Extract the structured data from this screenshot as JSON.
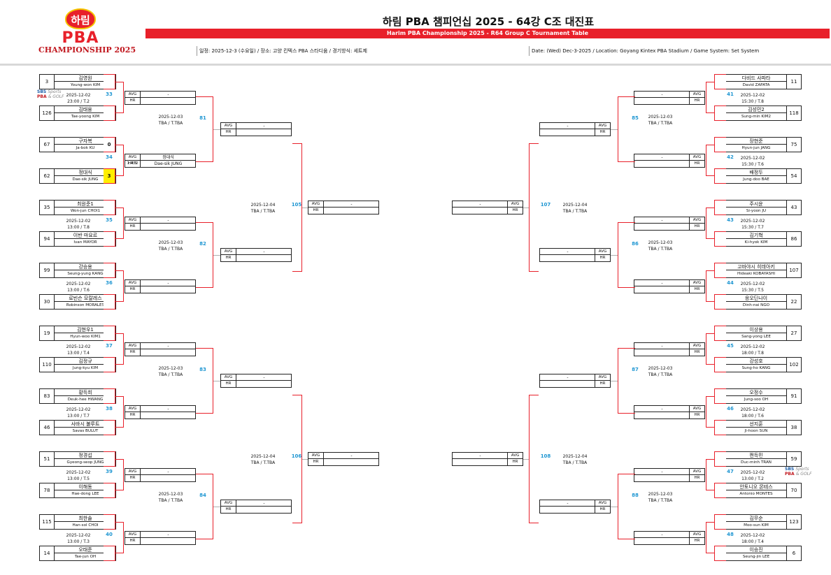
{
  "header": {
    "logo_ko": "하림",
    "logo_pba": "PBA",
    "logo_champ": "CHAMPIONSHIP 2025",
    "title_ko": "하림 PBA 챔피언십 2025 - 64강 C조 대진표",
    "title_en": "Harim PBA Championship 2025 - R64 Group C Tournament Table",
    "info_ko": "일정: 2025-12-3 (수요일) / 장소: 고양 킨텍스 PBA 스타디움 / 경기방식: 세트제",
    "info_en": "Date: (Wed) Dec-3-2025 / Location: Goyang Kintex PBA Stadium / Game System: Set System"
  },
  "labels": {
    "avg": "AVG",
    "hr": "HR"
  },
  "broadcast": {
    "sbs": "SBS",
    "sports": "Sports",
    "pba": "PBA",
    "golf": "& GOLF"
  },
  "players": [
    {
      "seed": "3",
      "ko": "김영원",
      "en": "Young-won KIM",
      "score": ""
    },
    {
      "seed": "126",
      "ko": "김태융",
      "en": "Tae-yoong KIM",
      "score": ""
    },
    {
      "seed": "67",
      "ko": "구자복",
      "en": "Ja-bok KU",
      "score": "0"
    },
    {
      "seed": "62",
      "ko": "정대식",
      "en": "Dae-sik JUNG",
      "score": "3"
    },
    {
      "seed": "35",
      "ko": "최원준1",
      "en": "Won-jun CHOI1",
      "score": ""
    },
    {
      "seed": "94",
      "ko": "이반 마요르",
      "en": "Ivan MAYOR",
      "score": ""
    },
    {
      "seed": "99",
      "ko": "강승용",
      "en": "Seung-yung KANG",
      "score": ""
    },
    {
      "seed": "30",
      "ko": "로빈슨 모랄레스",
      "en": "Robinson MORALES",
      "score": ""
    },
    {
      "seed": "19",
      "ko": "김현우1",
      "en": "Hyun-woo KIM1",
      "score": ""
    },
    {
      "seed": "110",
      "ko": "김정규",
      "en": "Jung-kyu KIM",
      "score": ""
    },
    {
      "seed": "83",
      "ko": "황득희",
      "en": "Deuk-hee HWANG",
      "score": ""
    },
    {
      "seed": "46",
      "ko": "사바시 불루트",
      "en": "Savas BULUT",
      "score": ""
    },
    {
      "seed": "51",
      "ko": "정경섭",
      "en": "Gyeong-seop JUNG",
      "score": ""
    },
    {
      "seed": "78",
      "ko": "이해동",
      "en": "Hae-dong LEE",
      "score": ""
    },
    {
      "seed": "115",
      "ko": "최한솔",
      "en": "Han-sol CHOI",
      "score": ""
    },
    {
      "seed": "14",
      "ko": "오태준",
      "en": "Tae-jun OH",
      "score": ""
    },
    {
      "seed": "11",
      "ko": "다비드 사파타",
      "en": "David ZAPATA",
      "score": ""
    },
    {
      "seed": "118",
      "ko": "김성민2",
      "en": "Sung-min KIM2",
      "score": ""
    },
    {
      "seed": "75",
      "ko": "장현준",
      "en": "Hyun-jun JANG",
      "score": ""
    },
    {
      "seed": "54",
      "ko": "배정두",
      "en": "Jung-doo BAE",
      "score": ""
    },
    {
      "seed": "43",
      "ko": "주시윤",
      "en": "Si-yoon JU",
      "score": ""
    },
    {
      "seed": "86",
      "ko": "김기혁",
      "en": "Ki-hyok KIM",
      "score": ""
    },
    {
      "seed": "107",
      "ko": "고바야시 히데아키",
      "en": "Hideaki KOBAYASHI",
      "score": ""
    },
    {
      "seed": "22",
      "ko": "응오딘나이",
      "en": "Dinh-nai NGO",
      "score": ""
    },
    {
      "seed": "27",
      "ko": "이상용",
      "en": "Sang-yong LEE",
      "score": ""
    },
    {
      "seed": "102",
      "ko": "강성호",
      "en": "Sung-ho KANG",
      "score": ""
    },
    {
      "seed": "91",
      "ko": "오정수",
      "en": "Jung-soo OH",
      "score": ""
    },
    {
      "seed": "38",
      "ko": "선지훈",
      "en": "Ji-hoon SUN",
      "score": ""
    },
    {
      "seed": "59",
      "ko": "쩐득민",
      "en": "Duc-minh TRAN",
      "score": ""
    },
    {
      "seed": "70",
      "ko": "안토니오 몬테스",
      "en": "Antonio MONTES",
      "score": ""
    },
    {
      "seed": "123",
      "ko": "김무순",
      "en": "Moo-sun KIM",
      "score": ""
    },
    {
      "seed": "6",
      "ko": "이승진",
      "en": "Seung-jin LEE",
      "score": ""
    }
  ],
  "r64_matches": [
    {
      "num": "33",
      "date": "2025-12-02",
      "time": "23:00 / T.2"
    },
    {
      "num": "34",
      "date": "",
      "time": ""
    },
    {
      "num": "35",
      "date": "2025-12-02",
      "time": "13:00 / T.8"
    },
    {
      "num": "36",
      "date": "2025-12-02",
      "time": "13:00 / T.6"
    },
    {
      "num": "37",
      "date": "2025-12-02",
      "time": "13:00 / T.4"
    },
    {
      "num": "38",
      "date": "2025-12-02",
      "time": "13:00 / T.7"
    },
    {
      "num": "39",
      "date": "2025-12-02",
      "time": "13:00 / T.5"
    },
    {
      "num": "40",
      "date": "2025-12-02",
      "time": "13:00 / T.3"
    },
    {
      "num": "41",
      "date": "2025-12-02",
      "time": "15:30 / T.8"
    },
    {
      "num": "42",
      "date": "2025-12-02",
      "time": "15:30 / T.6"
    },
    {
      "num": "43",
      "date": "2025-12-02",
      "time": "15:30 / T.7"
    },
    {
      "num": "44",
      "date": "2025-12-02",
      "time": "15:30 / T.5"
    },
    {
      "num": "45",
      "date": "2025-12-02",
      "time": "18:00 / T.8"
    },
    {
      "num": "46",
      "date": "2025-12-02",
      "time": "18:00 / T.6"
    },
    {
      "num": "47",
      "date": "2025-12-02",
      "time": "13:00 / T.2"
    },
    {
      "num": "48",
      "date": "2025-12-02",
      "time": "18:00 / T.4"
    }
  ],
  "r64_stats": [
    {
      "avg": "-",
      "hr": "",
      "avg_label": "AVG",
      "hr_label": "HR"
    },
    {
      "avg": "정대식",
      "hr": "Dae-sik JUNG",
      "avg_label": "AVG 1.452",
      "hr_label": "HR 5"
    },
    {
      "avg": "-",
      "hr": "",
      "avg_label": "AVG",
      "hr_label": "HR"
    },
    {
      "avg": "-",
      "hr": "",
      "avg_label": "AVG",
      "hr_label": "HR"
    },
    {
      "avg": "-",
      "hr": "",
      "avg_label": "AVG",
      "hr_label": "HR"
    },
    {
      "avg": "-",
      "hr": "",
      "avg_label": "AVG",
      "hr_label": "HR"
    },
    {
      "avg": "-",
      "hr": "",
      "avg_label": "AVG",
      "hr_label": "HR"
    },
    {
      "avg": "-",
      "hr": "",
      "avg_label": "AVG",
      "hr_label": "HR"
    },
    {
      "avg": "-",
      "hr": "",
      "avg_label": "AVG",
      "hr_label": "HR"
    },
    {
      "avg": "-",
      "hr": "",
      "avg_label": "AVG",
      "hr_label": "HR"
    },
    {
      "avg": "-",
      "hr": "",
      "avg_label": "AVG",
      "hr_label": "HR"
    },
    {
      "avg": "-",
      "hr": "",
      "avg_label": "AVG",
      "hr_label": "HR"
    },
    {
      "avg": "-",
      "hr": "",
      "avg_label": "AVG",
      "hr_label": "HR"
    },
    {
      "avg": "-",
      "hr": "",
      "avg_label": "AVG",
      "hr_label": "HR"
    },
    {
      "avg": "-",
      "hr": "",
      "avg_label": "AVG",
      "hr_label": "HR"
    },
    {
      "avg": "-",
      "hr": "",
      "avg_label": "AVG",
      "hr_label": "HR"
    }
  ],
  "r32_matches": [
    {
      "num": "81",
      "date": "2025-12-03",
      "time": "TBA / T.TBA"
    },
    {
      "num": "82",
      "date": "2025-12-03",
      "time": "TBA / T.TBA"
    },
    {
      "num": "83",
      "date": "2025-12-03",
      "time": "TBA / T.TBA"
    },
    {
      "num": "84",
      "date": "2025-12-03",
      "time": "TBA / T.TBA"
    },
    {
      "num": "85",
      "date": "2025-12-03",
      "time": "TBA / T.TBA"
    },
    {
      "num": "86",
      "date": "2025-12-03",
      "time": "TBA / T.TBA"
    },
    {
      "num": "87",
      "date": "2025-12-03",
      "time": "TBA / T.TBA"
    },
    {
      "num": "88",
      "date": "2025-12-03",
      "time": "TBA / T.TBA"
    }
  ],
  "r16_matches": [
    {
      "num": "105",
      "date": "2025-12-04",
      "time": "TBA / T.TBA"
    },
    {
      "num": "106",
      "date": "2025-12-04",
      "time": "TBA / T.TBA"
    },
    {
      "num": "107",
      "date": "2025-12-04",
      "time": "TBA / T.TBA"
    },
    {
      "num": "108",
      "date": "2025-12-04",
      "time": "TBA / T.TBA"
    }
  ],
  "r32_stats": [
    {
      "avg": "-"
    },
    {
      "avg": "-"
    },
    {
      "avg": "-"
    },
    {
      "avg": "-"
    },
    {
      "avg": "-"
    },
    {
      "avg": "-"
    },
    {
      "avg": "-"
    },
    {
      "avg": "-"
    }
  ],
  "r16_stats": [
    {
      "avg": "-"
    },
    {
      "avg": "-"
    },
    {
      "avg": "-"
    },
    {
      "avg": "-"
    }
  ],
  "colors": {
    "accent": "#e8202a",
    "match_number": "#1e96d2",
    "highlight": "#ffee00"
  }
}
